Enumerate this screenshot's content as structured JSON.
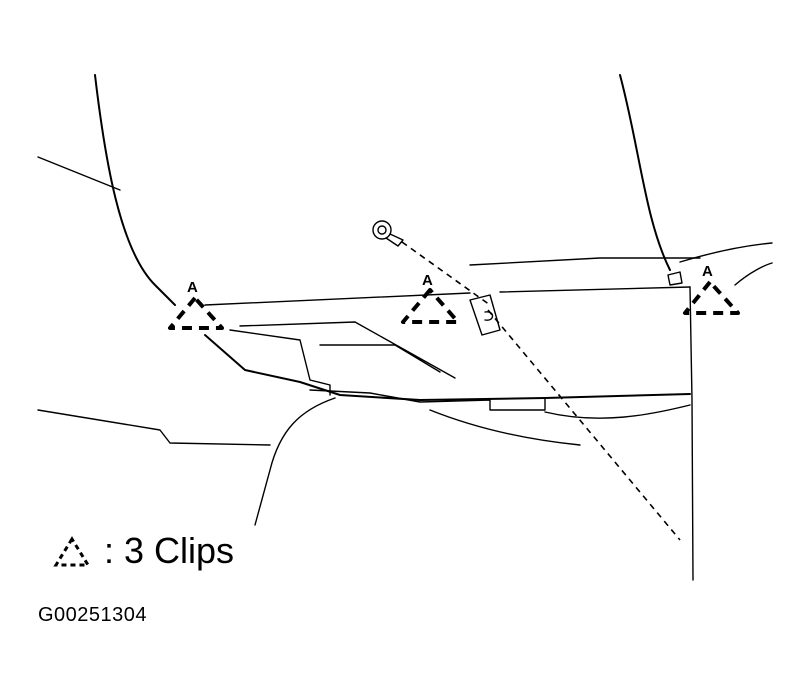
{
  "clip_marker_letter": "A",
  "legend": {
    "icon": "dashed-triangle-clip-icon",
    "text": ": 3 Clips"
  },
  "figure_id": "G00251304"
}
